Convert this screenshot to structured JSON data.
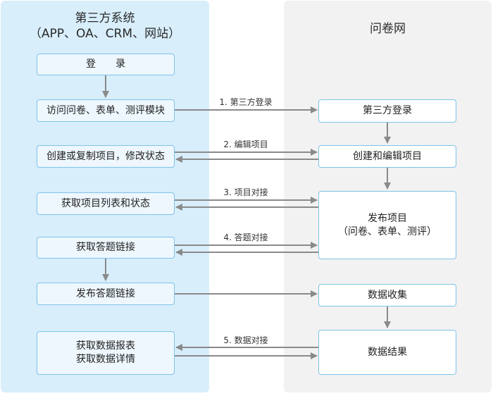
{
  "lanes": {
    "left": {
      "title_line1": "第三方系统",
      "title_line2": "（APP、OA、CRM、网站）"
    },
    "right": {
      "title": "问卷网"
    }
  },
  "left_boxes": {
    "login": "登　　录",
    "access_modules": "访问问卷、表单、测评模块",
    "create_copy": "创建或复制项目，修改状态",
    "get_list": "获取项目列表和状态",
    "get_link": "获取答题链接",
    "publish_link": "发布答题链接",
    "get_report_1": "获取数据报表",
    "get_report_2": "获取数据详情"
  },
  "right_boxes": {
    "third_login": "第三方登录",
    "create_edit": "创建和编辑项目",
    "publish_1": "发布项目",
    "publish_2": "（问卷、表单、测评）",
    "collect": "数据收集",
    "result": "数据结果"
  },
  "edge_labels": {
    "e1": "1. 第三方登录",
    "e2": "2. 编辑项目",
    "e3": "3. 项目对接",
    "e4": "4. 答题对接",
    "e5": "5. 数据对接"
  },
  "colors": {
    "left_lane": "#d8eefb",
    "right_lane": "#f2f2f2",
    "box_border": "#7ec3ea",
    "arrow": "#8a8a8a"
  }
}
